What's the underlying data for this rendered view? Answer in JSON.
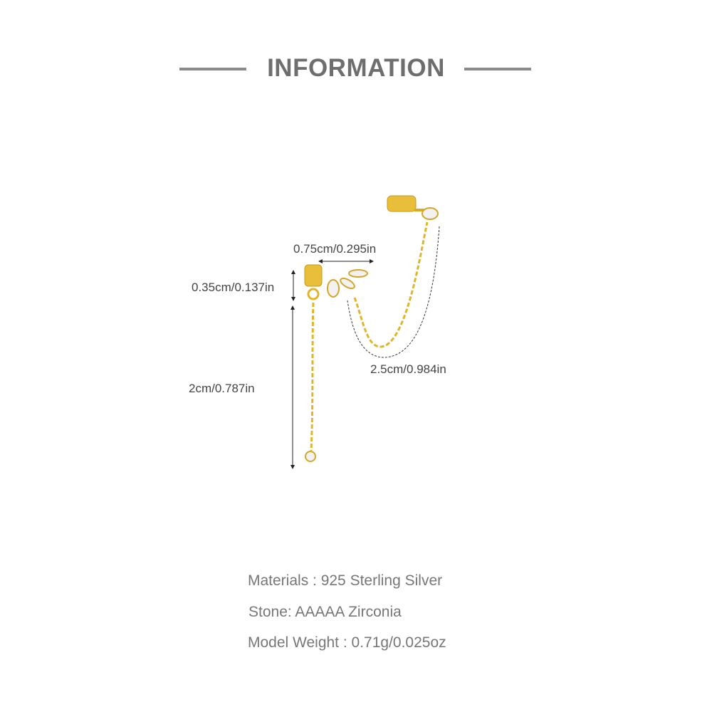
{
  "header": {
    "title": "INFORMATION"
  },
  "dimensions": {
    "width": "0.75cm/0.295in",
    "height": "0.35cm/0.137in",
    "drop_length": "2cm/0.787in",
    "chain_length": "2.5cm/0.984in"
  },
  "specs": [
    "Materials : 925 Sterling Silver",
    "Stone: AAAAA Zirconia",
    "Model Weight : 0.71g/0.025oz"
  ],
  "colors": {
    "gold": "#e1b52a",
    "text": "#777777"
  }
}
